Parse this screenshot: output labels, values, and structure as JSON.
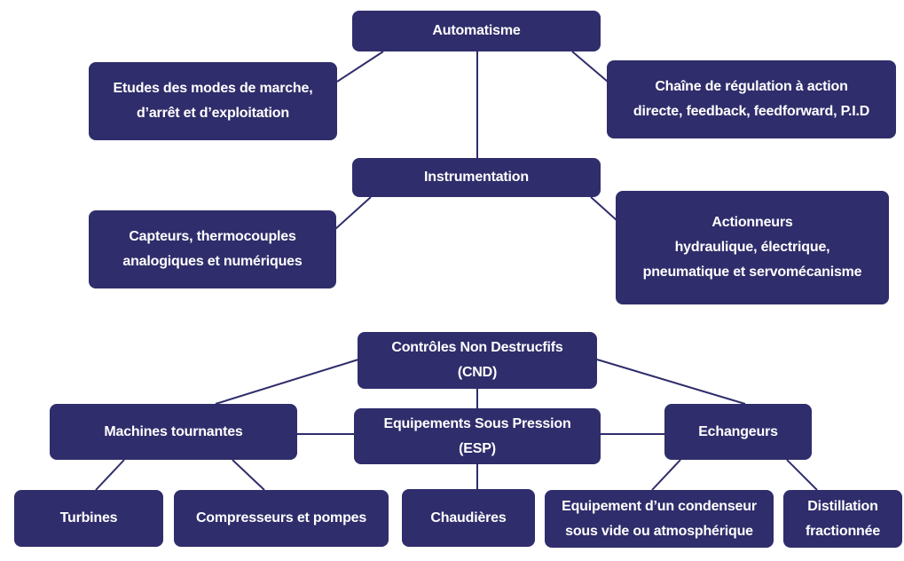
{
  "nodes": {
    "automatisme": [
      "Automatisme"
    ],
    "etudes_modes": [
      "Etudes des modes de marche,",
      "d’arrêt et d’exploitation"
    ],
    "chaine_regulation": [
      "Chaîne de régulation à action",
      "directe, feedback, feedforward, P.I.D"
    ],
    "instrumentation": [
      "Instrumentation"
    ],
    "capteurs": [
      "Capteurs, thermocouples",
      "analogiques et numériques"
    ],
    "actionneurs": [
      "Actionneurs",
      "hydraulique, électrique,",
      "pneumatique et servomécanisme"
    ],
    "cnd": [
      "Contrôles Non Destrucfifs",
      "(CND)"
    ],
    "machines_tournantes": [
      "Machines tournantes"
    ],
    "esp": [
      "Equipements Sous Pression",
      "(ESP)"
    ],
    "echangeurs": [
      "Echangeurs"
    ],
    "turbines": [
      "Turbines"
    ],
    "compresseurs": [
      "Compresseurs et pompes"
    ],
    "chaudieres": [
      "Chaudières"
    ],
    "condenseur": [
      "Equipement d’un condenseur",
      "sous vide ou atmosphérique"
    ],
    "distillation": [
      "Distillation",
      "fractionnée"
    ]
  },
  "colors": {
    "node_fill": "#2f2d6b",
    "node_text": "#ffffff",
    "connector": "#2f2d6b"
  }
}
